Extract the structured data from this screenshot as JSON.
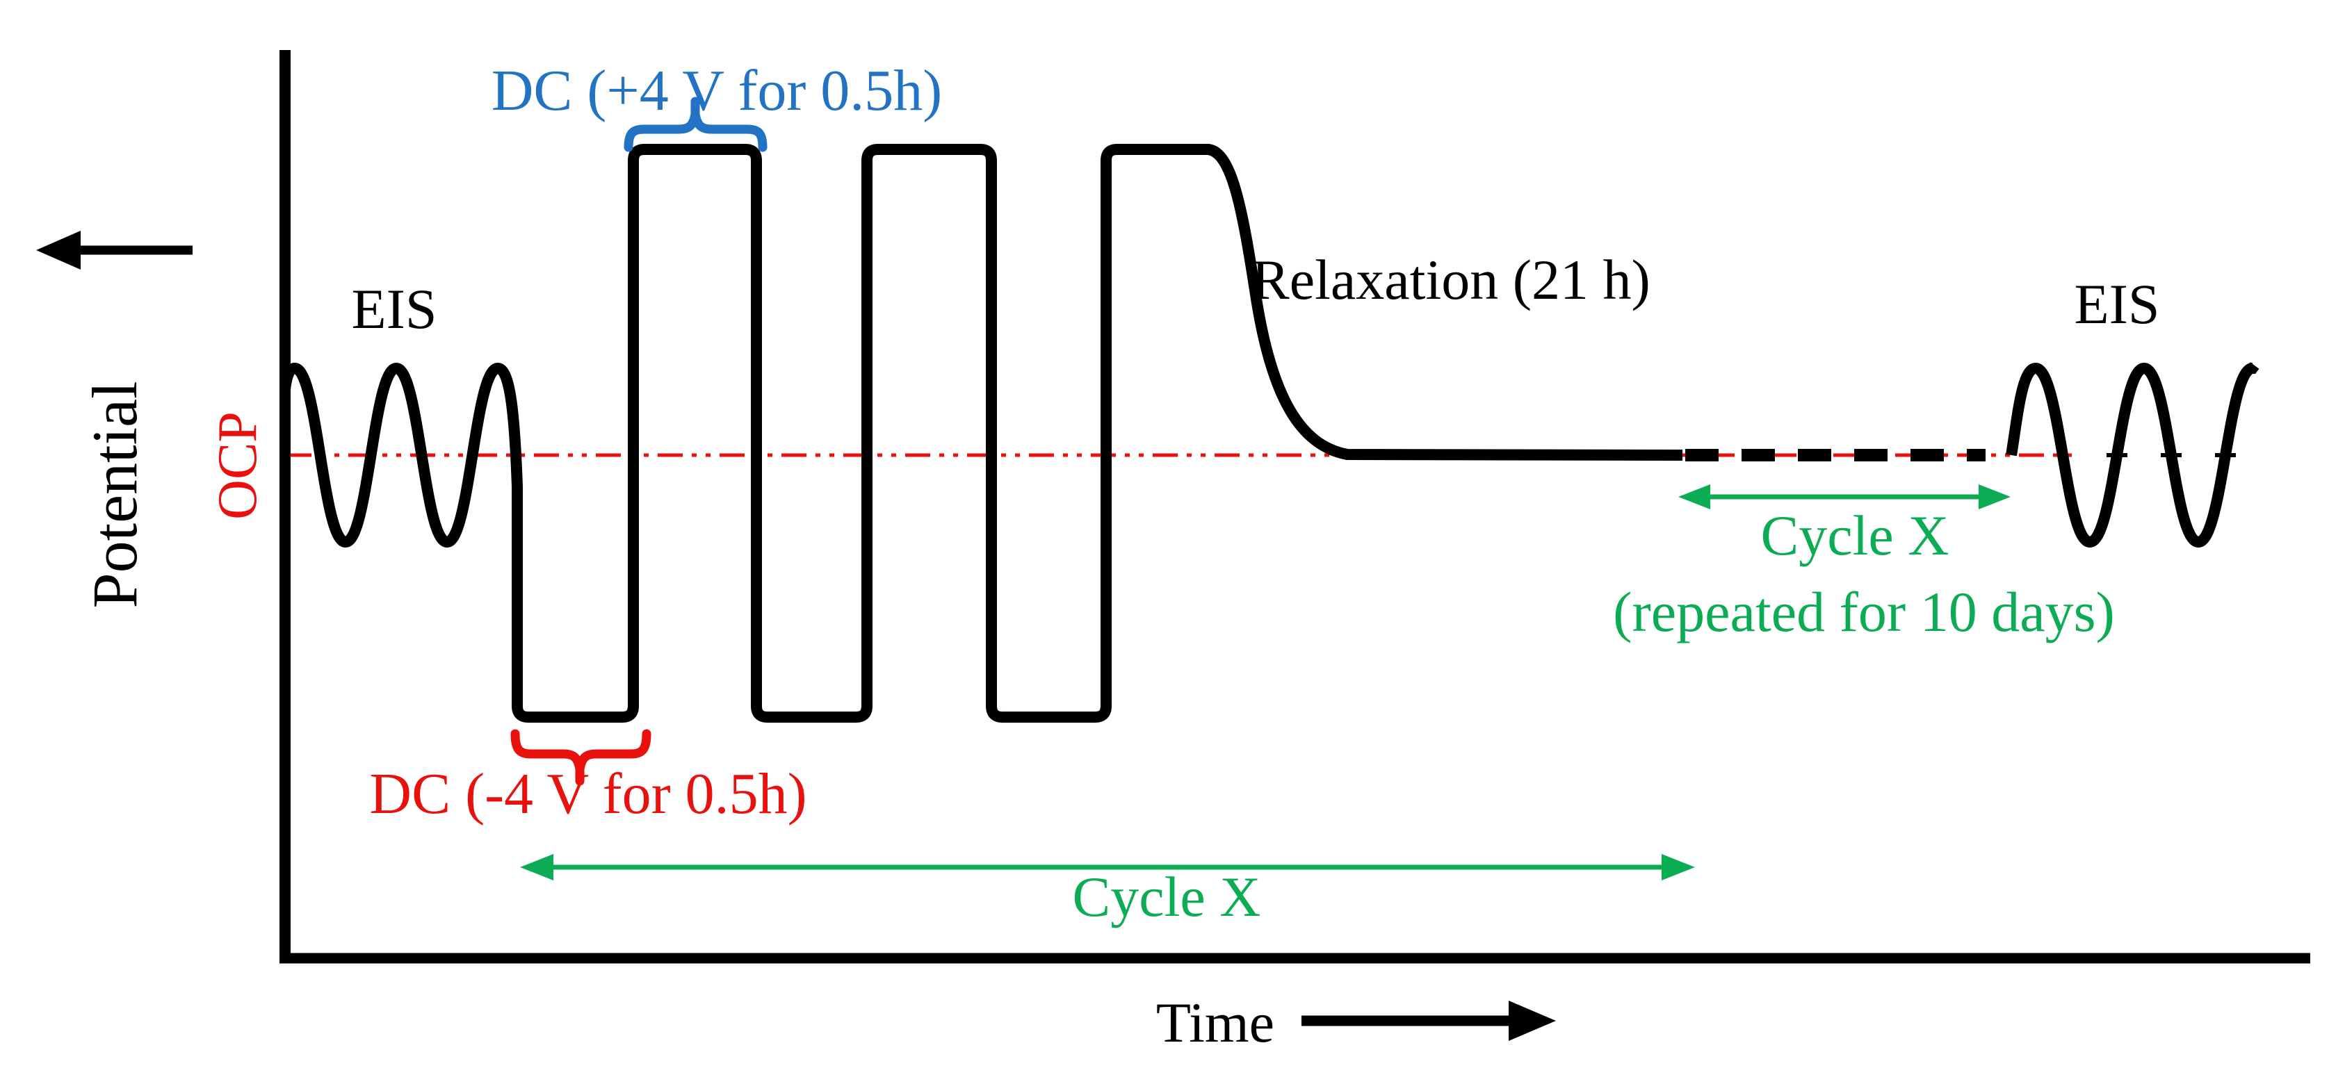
{
  "figure": {
    "type": "electrochemical-protocol-schematic",
    "axes": {
      "y_label": "Potential",
      "x_label": "Time",
      "reference_line_label": "OCP"
    },
    "labels": {
      "eis_left": "EIS",
      "eis_right": "EIS",
      "dc_positive": "DC (+4 V for 0.5h)",
      "dc_negative": "DC (-4 V for 0.5h)",
      "relaxation": "Relaxation (21 h)",
      "cycle_bottom": "Cycle X",
      "cycle_right_line1": "Cycle X",
      "cycle_right_line2": "(repeated for 10 days)"
    },
    "waveform_description": {
      "phases": [
        "EIS",
        "DC (-4 V for 0.5h)",
        "DC (+4 V for 0.5h)",
        "Relaxation (21 h)",
        "EIS"
      ],
      "square_wave_pulses": 3,
      "repeat_note": "Cycle X (repeated for 10 days)"
    }
  },
  "colors": {
    "black": "#000000",
    "red": "#e8110d",
    "blue": "#2273c4",
    "green": "#0cac55"
  }
}
